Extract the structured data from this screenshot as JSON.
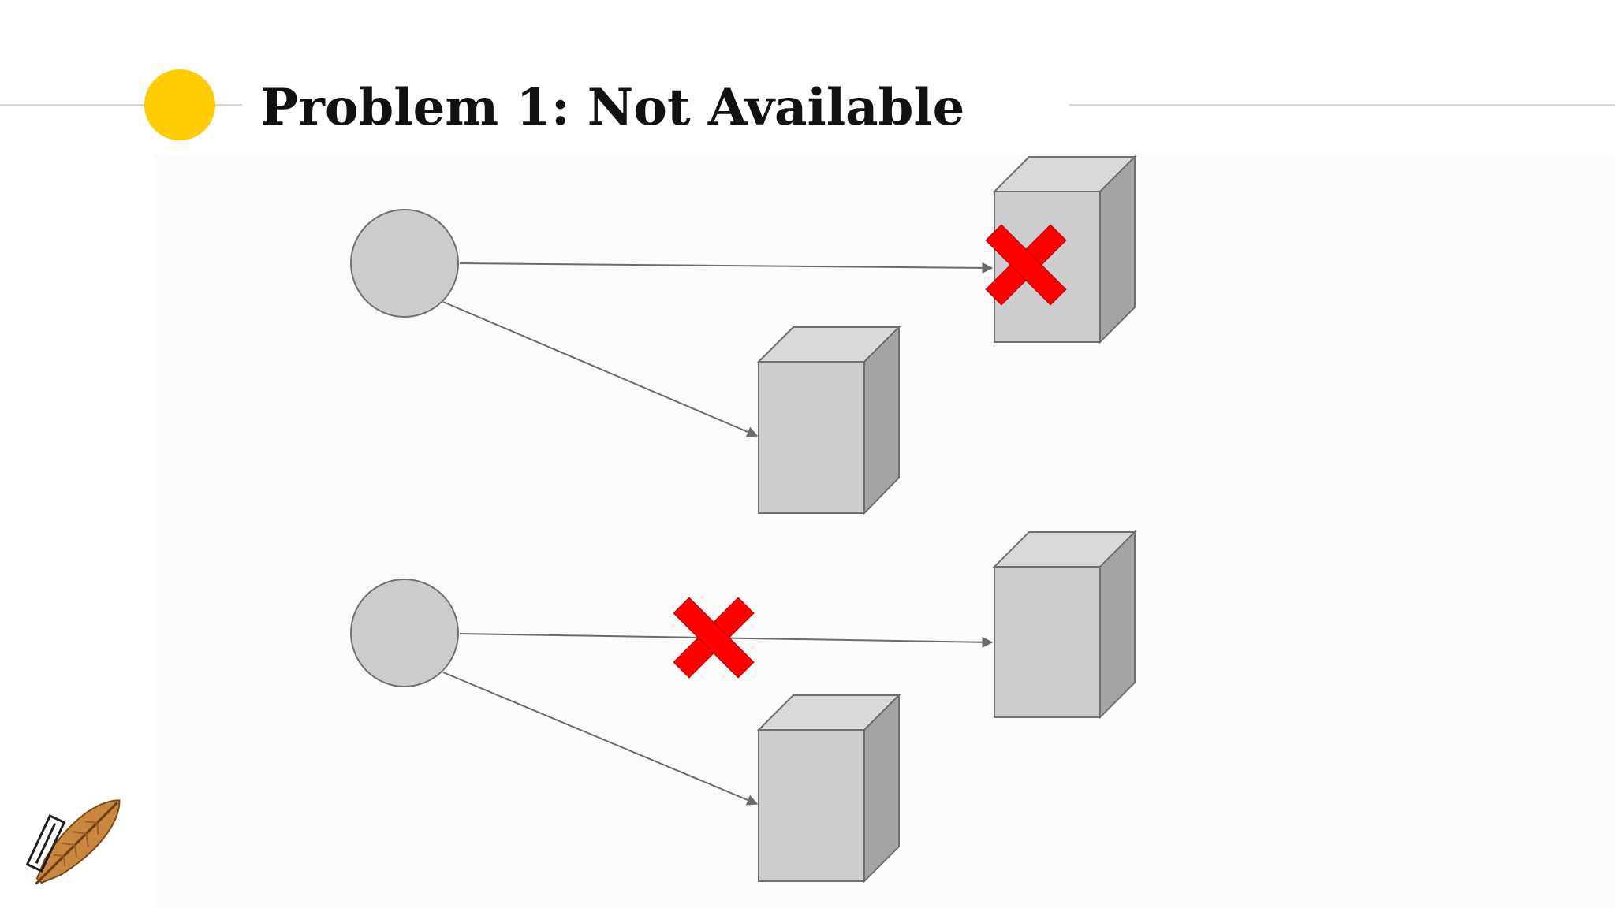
{
  "slide": {
    "title": "Problem 1: Not Available"
  },
  "colors": {
    "accent_dot": "#ffcc00",
    "rule": "#d6d6d6",
    "panel_bg": "#fbfbfb",
    "node_fill": "#cdcccf",
    "node_stroke": "#6f6f72",
    "server_front": "#cdcccf",
    "server_top": "#d9d9db",
    "server_side": "#a4a3a6",
    "arrow": "#6b6b6b",
    "failure_mark": "#ff0000"
  },
  "diagram": {
    "scenarios": [
      {
        "name": "server-failure",
        "client": "client",
        "links": [
          {
            "to": "server-a",
            "failed": false
          },
          {
            "to": "server-b",
            "failed": false
          }
        ],
        "failed_server": "server-a"
      },
      {
        "name": "network-failure",
        "client": "client",
        "links": [
          {
            "to": "server-a",
            "failed": true
          },
          {
            "to": "server-b",
            "failed": false
          }
        ],
        "failed_server": null
      }
    ]
  },
  "logo": {
    "icon": "quill-feather-icon"
  }
}
